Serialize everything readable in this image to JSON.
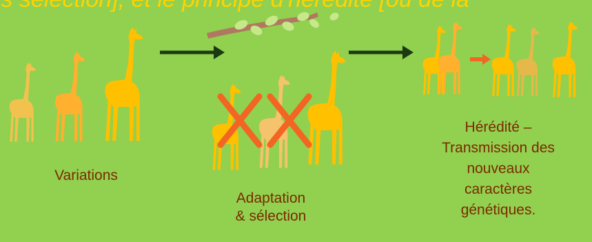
{
  "header": {
    "partial_text": "ls sélection], et le principe d'hérédité [ou de la"
  },
  "diagram": {
    "stages": [
      {
        "label": "Variations"
      },
      {
        "label_line1": "Adaptation",
        "label_line2": "& sélection"
      },
      {
        "lines": [
          "Hérédité –",
          "Transmission des",
          "nouveaux",
          "caractères",
          "génétiques."
        ]
      }
    ],
    "colors": {
      "background": "#92d050",
      "giraffe_light": "#ffc000",
      "giraffe_mid": "#ffb02e",
      "giraffe_pale": "#f5c36b",
      "cross": "#f26522",
      "arrow": "#1a3a12",
      "label_text": "#7a2a00",
      "branch": "#b07860",
      "leaves": "#c6e889"
    },
    "icons": [
      "right-arrow-icon",
      "giraffe-icon",
      "cross-icon",
      "branch-icon",
      "orange-arrow-icon"
    ]
  }
}
